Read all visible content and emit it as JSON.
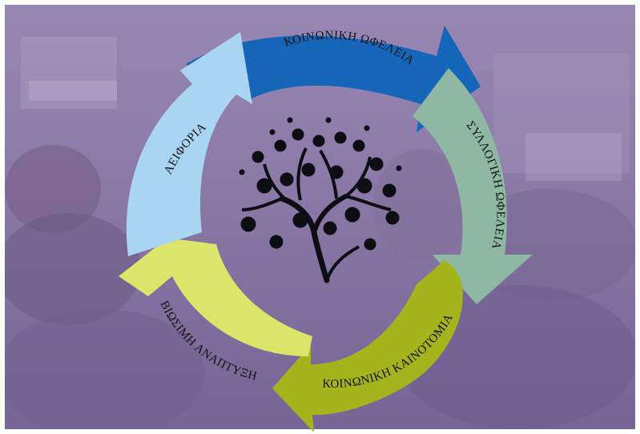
{
  "diagram": {
    "segments": [
      {
        "id": "koinoniki-ofeleia",
        "label": "ΚΟΙΝΩΝΙΚΗ ΩΦΕΛΕΙΑ",
        "color": "#1565b8"
      },
      {
        "id": "syllogiki-ofeleia",
        "label": "ΣΥΛΛΟΓΙΚΗ ΩΦΕΛΕΙΑ",
        "color": "#8fb8a4"
      },
      {
        "id": "koinoniki-kainotomia",
        "label": "ΚΟΙΝΩΝΙΚΗ ΚΑΙΝΟΤΟΜΙΑ",
        "color": "#a4b41c"
      },
      {
        "id": "viosimi-anaptyxi",
        "label": "ΒΙΩΣΙΜΗ ΑΝΑΠΤΥΞΗ",
        "color": "#dde46a"
      },
      {
        "id": "aeiforia",
        "label": "ΑΕΙΦΟΡΙΑ",
        "color": "#a9d4f2"
      }
    ],
    "center_icon": "people-tree-icon",
    "background": {
      "overlay_color": "#8a76a6",
      "photo": "workshop-photo"
    }
  }
}
